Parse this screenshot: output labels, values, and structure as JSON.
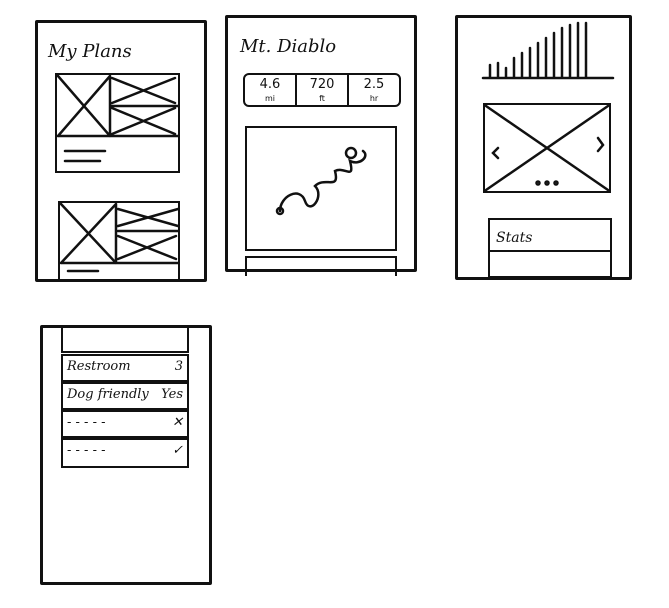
{
  "screens": [
    {
      "title": "My Plans"
    },
    {
      "title": "Mt. Diablo",
      "stats": [
        {
          "value": "4.6",
          "unit": "mi"
        },
        {
          "value": "720",
          "unit": "ft"
        },
        {
          "value": "2.5",
          "unit": "hr"
        }
      ]
    },
    {
      "section_label": "Stats"
    },
    {
      "rows": [
        {
          "label": "Restroom",
          "value": "3"
        },
        {
          "label": "Dog friendly",
          "value": "Yes"
        },
        {
          "label": "- - - - -",
          "value": "✕"
        },
        {
          "label": "- - - - -",
          "value": "✓"
        }
      ]
    }
  ]
}
